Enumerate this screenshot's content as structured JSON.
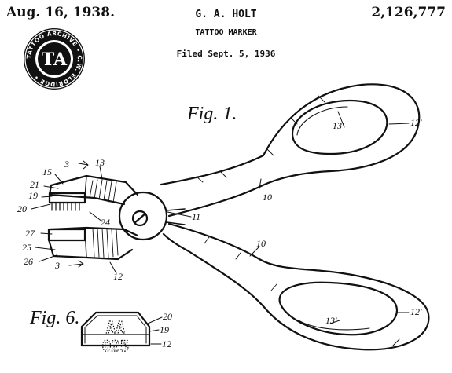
{
  "header": {
    "date": "Aug. 16, 1938.",
    "inventor": "G. A. HOLT",
    "patent_number": "2,126,777",
    "title": "TATTOO MARKER",
    "filed": "Filed Sept. 5, 1936"
  },
  "stamp": {
    "initials": "TA",
    "ring_text": "TATTOO ARCHIVE • C.W. ELDRIDGE •"
  },
  "figures": {
    "fig1": "Fig. 1.",
    "fig6": "Fig. 6."
  },
  "labels": {
    "l13": "13",
    "l15": "15",
    "l21": "21",
    "l19a": "19",
    "l20a": "20",
    "l24": "24",
    "l11": "11",
    "l10a": "10",
    "l10b": "10",
    "l27": "27",
    "l25": "25",
    "l26": "26",
    "l12": "12",
    "l13p_upper": "13'",
    "l12p_upper": "12'",
    "l13p_lower": "13'",
    "l12p_lower": "12'",
    "l3_upper": "3",
    "l3_lower": "3",
    "l20b": "20",
    "l19b": "19",
    "l12b": "12"
  },
  "fig6_marker": {
    "top_letters": "AA",
    "bottom_letters": "O25"
  },
  "colors": {
    "ink": "#111111",
    "paper": "#ffffff"
  }
}
